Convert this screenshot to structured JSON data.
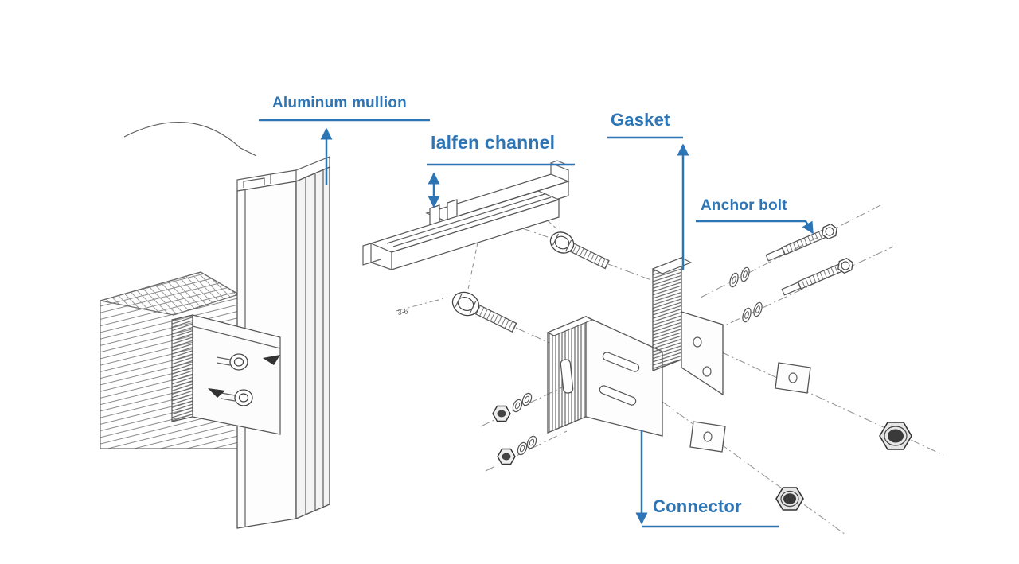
{
  "labels": {
    "aluminum_mullion": "Aluminum mullion",
    "ialfen_channel": "Ialfen channel",
    "gasket": "Gasket",
    "anchor_bolt": "Anchor bolt",
    "connector": "Connector"
  },
  "drawing": {
    "dimension_note": "3-6"
  },
  "colors": {
    "label_blue": "#2e75b6",
    "line_gray": "#5f5f5f",
    "background": "#ffffff"
  }
}
